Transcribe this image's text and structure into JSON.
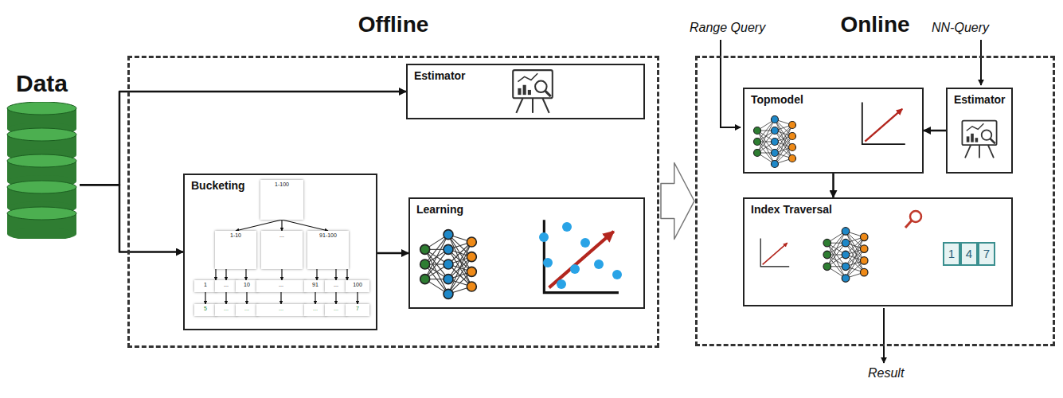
{
  "diagram": {
    "nodes": [
      {
        "text": [
          "Data"
        ]
      },
      {
        "text": [
          "Offline"
        ]
      },
      {
        "text": [
          "Estimator"
        ],
        "in": 1
      },
      {
        "text": [
          "Bucketing"
        ],
        "in": 1
      },
      {
        "text": [
          "Learning"
        ],
        "in": 1
      },
      {
        "text": [
          "Online"
        ]
      },
      {
        "text": [
          "Topmodel"
        ],
        "in": 5
      },
      {
        "text": [
          "Estimator"
        ],
        "in": 5
      },
      {
        "text": [
          "Index Traversal"
        ],
        "in": 5
      },
      {
        "text": [
          "1-100"
        ],
        "in": 3
      },
      {
        "text": [
          "1-10"
        ],
        "in": 3
      },
      {
        "text": [
          "..."
        ],
        "in": 3
      },
      {
        "text": [
          "91-100"
        ],
        "in": 3
      },
      {
        "text": [
          "1"
        ],
        "in": 3
      },
      {
        "text": [
          "..."
        ],
        "in": 3
      },
      {
        "text": [
          "10"
        ],
        "in": 3
      },
      {
        "text": [
          "..."
        ],
        "in": 3
      },
      {
        "text": [
          "91"
        ],
        "in": 3
      },
      {
        "text": [
          "..."
        ],
        "in": 3
      },
      {
        "text": [
          "100"
        ],
        "in": 3
      },
      {
        "text": [
          "5"
        ],
        "in": 3
      },
      {
        "text": [
          "..."
        ],
        "in": 3
      },
      {
        "text": [
          "..."
        ],
        "in": 3
      },
      {
        "text": [
          "..."
        ],
        "in": 3
      },
      {
        "text": [
          "..."
        ],
        "in": 3
      },
      {
        "text": [
          "..."
        ],
        "in": 3
      },
      {
        "text": [
          "7"
        ],
        "in": 3
      }
    ],
    "edges": [
      {
        "from": 0,
        "to": 2,
        "arrow": "to"
      },
      {
        "from": 0,
        "to": 3,
        "arrow": "to"
      },
      {
        "from": 3,
        "to": 4,
        "arrow": "to"
      },
      {
        "from": 1,
        "to": 5,
        "arrow": "to"
      },
      {
        "from": 7,
        "to": 6,
        "arrow": "to"
      },
      {
        "from": 6,
        "to": 8,
        "arrow": "to"
      },
      {
        "from": 9,
        "to": 10,
        "arrow": "to"
      },
      {
        "from": 9,
        "to": 11,
        "arrow": "to"
      },
      {
        "from": 9,
        "to": 12,
        "arrow": "to"
      },
      {
        "from": 10,
        "to": 13,
        "arrow": "to"
      },
      {
        "from": 10,
        "to": 14,
        "arrow": "to"
      },
      {
        "from": 10,
        "to": 15,
        "arrow": "to"
      },
      {
        "from": 11,
        "to": 16,
        "arrow": "to"
      },
      {
        "from": 12,
        "to": 17,
        "arrow": "to"
      },
      {
        "from": 12,
        "to": 18,
        "arrow": "to"
      },
      {
        "from": 12,
        "to": 19,
        "arrow": "to"
      },
      {
        "from": 13,
        "to": 20,
        "arrow": "to"
      },
      {
        "from": 14,
        "to": 21,
        "arrow": "to"
      },
      {
        "from": 15,
        "to": 22,
        "arrow": "to"
      },
      {
        "from": 16,
        "to": 23,
        "arrow": "to"
      },
      {
        "from": 17,
        "to": 24,
        "arrow": "to"
      },
      {
        "from": 18,
        "to": 25,
        "arrow": "to"
      },
      {
        "from": 19,
        "to": 26,
        "arrow": "to"
      }
    ],
    "labels": [
      "Range Query",
      "NN-Query",
      "Result",
      "1",
      "4",
      "7"
    ]
  }
}
